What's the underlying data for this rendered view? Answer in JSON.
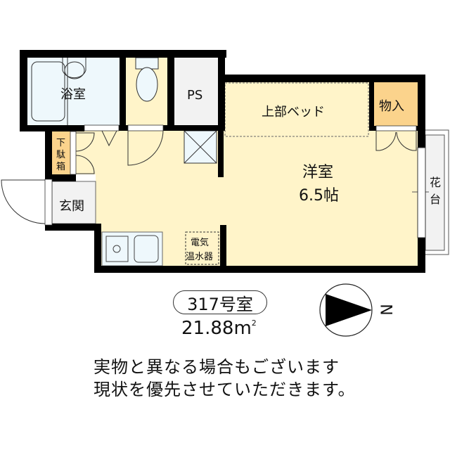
{
  "floor_plan": {
    "rooms": {
      "bathroom": "浴室",
      "toilet": "",
      "pipe_space": "PS",
      "loft_bed": "上部ベッド",
      "storage": "物入",
      "western_room": "洋室",
      "western_room_size": "6.5帖",
      "flower_bed_line1": "花",
      "flower_bed_line2": "台",
      "shoe_box_line1": "下",
      "shoe_box_line2": "駄",
      "shoe_box_line3": "箱",
      "entrance": "玄関",
      "water_heater_line1": "電気",
      "water_heater_line2": "温水器"
    },
    "colors": {
      "wall": "#000000",
      "living_floor": "#fff4c9",
      "wet_area": "#eef8fc",
      "storage_fill": "#fbd38c",
      "gray_area": "#f2f2f2"
    }
  },
  "unit": {
    "room_number": "317号室",
    "area_value": "21.88",
    "area_unit": "m",
    "area_sup": "2"
  },
  "compass": {
    "direction_label": "N",
    "icon": "north-arrow-icon"
  },
  "disclaimer": {
    "line1": "実物と異なる場合もございます",
    "line2": "現状を優先させていただきます。"
  }
}
